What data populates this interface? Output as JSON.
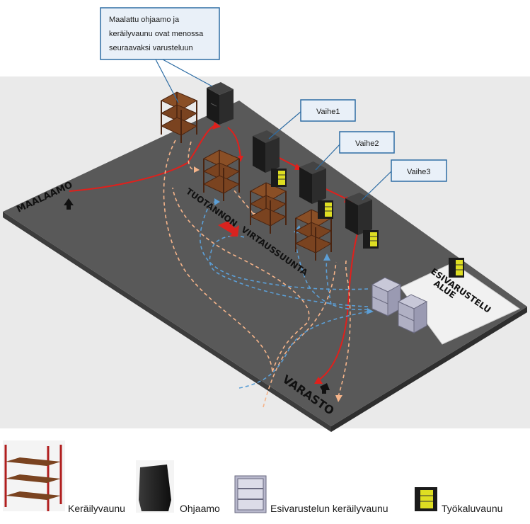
{
  "callouts": {
    "main": [
      "Maalattu ohjaamo ja",
      "keräilyvaunu ovat menossa",
      "seuraavaksi varusteluun"
    ],
    "phase1": "Vaihe1",
    "phase2": "Vaihe2",
    "phase3": "Vaihe3"
  },
  "floor_labels": {
    "paint_shop": "MAALAAMO",
    "flow_line1": "TUOTANNON",
    "flow_line2": "VIRTAUSSUUNTA",
    "pre_equip_line1": "ESIVARUSTELU",
    "pre_equip_line2": "ALUE",
    "warehouse": "VARASTO"
  },
  "legend": {
    "rack": "Keräilyvaunu",
    "cab": "Ohjaamo",
    "pre_rack": "Esivarustelun keräilyvaunu",
    "tool": "Työkaluvaunu"
  },
  "colors": {
    "floor": "#595959",
    "outer": "#e9e9e9",
    "red_flow": "#e0201c",
    "orange_flow": "#f5b48a",
    "blue_flow": "#5c9fd6",
    "callout_border": "#2e6da4",
    "rack_brown": "#7a4320",
    "cab_black": "#222222",
    "tool_yellow": "#dede22"
  }
}
